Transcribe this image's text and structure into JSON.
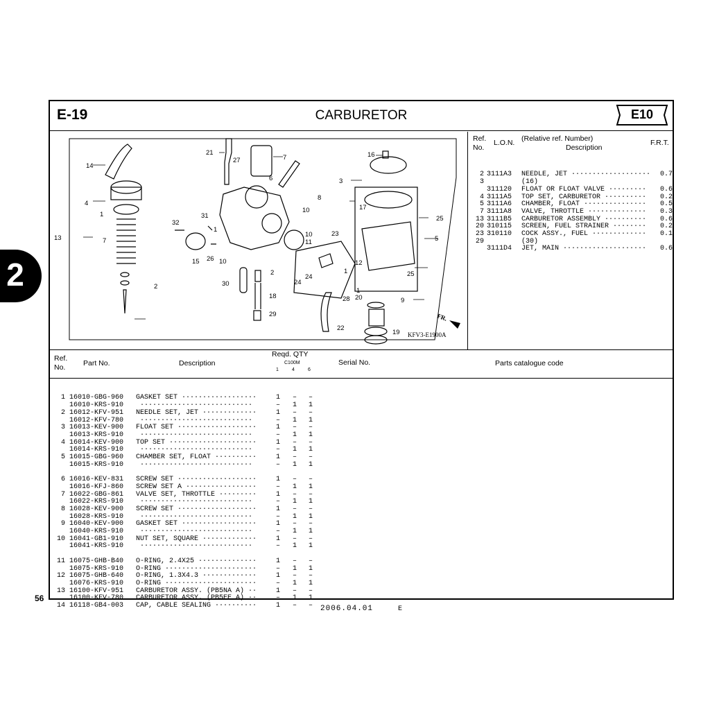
{
  "header": {
    "code": "E-19",
    "title": "CARBURETOR",
    "badge": "E10"
  },
  "side_tab": "2",
  "page_number": "56",
  "footer": {
    "date": "2006.04.01",
    "edition": "E"
  },
  "diagram": {
    "ref_code": "KFV3-E1900A",
    "fr_mark": "FR.",
    "callouts": [
      "14",
      "21",
      "27",
      "7",
      "16",
      "4",
      "1",
      "6",
      "3",
      "8",
      "10",
      "13",
      "7",
      "32",
      "31",
      "1",
      "10",
      "11",
      "23",
      "17",
      "25",
      "5",
      "15",
      "26",
      "10",
      "2",
      "12",
      "1",
      "25",
      "30",
      "2",
      "24",
      "24",
      "18",
      "28",
      "1",
      "9",
      "29",
      "20",
      "22",
      "19"
    ]
  },
  "lon_table": {
    "headers": {
      "ref": "Ref.",
      "no": "No.",
      "lon": "L.O.N.",
      "relative": "(Relative ref. Number)",
      "desc": "Description",
      "frt": "F.R.T."
    },
    "rows": [
      {
        "ref": "2",
        "lon": "3111A3",
        "desc": "NEEDLE, JET ···················",
        "frt": "0.7"
      },
      {
        "ref": "3",
        "lon": "",
        "desc": "(16)",
        "frt": ""
      },
      {
        "ref": "",
        "lon": "311120",
        "desc": "FLOAT OR FLOAT VALVE ·········",
        "frt": "0.6"
      },
      {
        "ref": "4",
        "lon": "3111A5",
        "desc": "TOP SET, CARBURETOR ··········",
        "frt": "0.2"
      },
      {
        "ref": "5",
        "lon": "3111A6",
        "desc": "CHAMBER, FLOAT ···············",
        "frt": "0.5"
      },
      {
        "ref": "7",
        "lon": "3111A8",
        "desc": "VALVE, THROTTLE ··············",
        "frt": "0.3"
      },
      {
        "ref": "13",
        "lon": "3111B5",
        "desc": "CARBURETOR ASSEMBLY ··········",
        "frt": "0.6"
      },
      {
        "ref": "20",
        "lon": "310115",
        "desc": "SCREEN, FUEL STRAINER ········",
        "frt": "0.2"
      },
      {
        "ref": "23",
        "lon": "310110",
        "desc": "COCK ASSY., FUEL ·············",
        "frt": "0.1"
      },
      {
        "ref": "29",
        "lon": "",
        "desc": "(30)",
        "frt": ""
      },
      {
        "ref": "",
        "lon": "3111D4",
        "desc": "JET, MAIN ····················",
        "frt": "0.6"
      }
    ]
  },
  "parts_header": {
    "ref": "Ref.",
    "no": "No.",
    "part_no": "Part No.",
    "description": "Description",
    "reqd_qty": "Reqd. QTY",
    "model": "C100M",
    "cols": [
      "1",
      "4",
      "6"
    ],
    "serial": "Serial No.",
    "catalogue": "Parts catalogue code"
  },
  "parts": [
    {
      "ref": "1",
      "part": "16010-GBG-960",
      "desc": "GASKET SET ··················",
      "q": [
        "1",
        "–",
        "–"
      ]
    },
    {
      "ref": "",
      "part": "16010-KRS-910",
      "desc": " ···························",
      "q": [
        "–",
        "1",
        "1"
      ]
    },
    {
      "ref": "2",
      "part": "16012-KFV-951",
      "desc": "NEEDLE SET, JET ·············",
      "q": [
        "1",
        "–",
        "–"
      ]
    },
    {
      "ref": "",
      "part": "16012-KFV-780",
      "desc": " ···························",
      "q": [
        "–",
        "1",
        "1"
      ]
    },
    {
      "ref": "3",
      "part": "16013-KEV-900",
      "desc": "FLOAT SET ···················",
      "q": [
        "1",
        "–",
        "–"
      ]
    },
    {
      "ref": "",
      "part": "16013-KRS-910",
      "desc": " ···························",
      "q": [
        "–",
        "1",
        "1"
      ]
    },
    {
      "ref": "4",
      "part": "16014-KEV-900",
      "desc": "TOP SET ·····················",
      "q": [
        "1",
        "–",
        "–"
      ]
    },
    {
      "ref": "",
      "part": "16014-KRS-910",
      "desc": " ···························",
      "q": [
        "–",
        "1",
        "1"
      ]
    },
    {
      "ref": "5",
      "part": "16015-GBG-960",
      "desc": "CHAMBER SET, FLOAT ··········",
      "q": [
        "1",
        "–",
        "–"
      ]
    },
    {
      "ref": "",
      "part": "16015-KRS-910",
      "desc": " ···························",
      "q": [
        "–",
        "1",
        "1"
      ]
    },
    {
      "ref": "",
      "part": "",
      "desc": "",
      "q": [
        "",
        "",
        ""
      ]
    },
    {
      "ref": "6",
      "part": "16016-KEV-831",
      "desc": "SCREW SET ···················",
      "q": [
        "1",
        "–",
        "–"
      ]
    },
    {
      "ref": "",
      "part": "16016-KFJ-860",
      "desc": "SCREW SET A ·················",
      "q": [
        "–",
        "1",
        "1"
      ]
    },
    {
      "ref": "7",
      "part": "16022-GBG-861",
      "desc": "VALVE SET, THROTTLE ·········",
      "q": [
        "1",
        "–",
        "–"
      ]
    },
    {
      "ref": "",
      "part": "16022-KRS-910",
      "desc": " ···························",
      "q": [
        "–",
        "1",
        "1"
      ]
    },
    {
      "ref": "8",
      "part": "16028-KEV-900",
      "desc": "SCREW SET ···················",
      "q": [
        "1",
        "–",
        "–"
      ]
    },
    {
      "ref": "",
      "part": "16028-KRS-910",
      "desc": " ···························",
      "q": [
        "–",
        "1",
        "1"
      ]
    },
    {
      "ref": "9",
      "part": "16040-KEV-900",
      "desc": "GASKET SET ··················",
      "q": [
        "1",
        "–",
        "–"
      ]
    },
    {
      "ref": "",
      "part": "16040-KRS-910",
      "desc": " ···························",
      "q": [
        "–",
        "1",
        "1"
      ]
    },
    {
      "ref": "10",
      "part": "16041-GB1-910",
      "desc": "NUT SET, SQUARE ·············",
      "q": [
        "1",
        "–",
        "–"
      ]
    },
    {
      "ref": "",
      "part": "16041-KRS-910",
      "desc": " ···························",
      "q": [
        "–",
        "1",
        "1"
      ]
    },
    {
      "ref": "",
      "part": "",
      "desc": "",
      "q": [
        "",
        "",
        ""
      ]
    },
    {
      "ref": "11",
      "part": "16075-GHB-B40",
      "desc": "O-RING, 2.4X25 ··············",
      "q": [
        "1",
        "–",
        "–"
      ]
    },
    {
      "ref": "",
      "part": "16075-KRS-910",
      "desc": "O-RING ······················",
      "q": [
        "–",
        "1",
        "1"
      ]
    },
    {
      "ref": "12",
      "part": "16075-GHB-640",
      "desc": "O-RING, 1.3X4.3 ·············",
      "q": [
        "1",
        "–",
        "–"
      ]
    },
    {
      "ref": "",
      "part": "16076-KRS-910",
      "desc": "O-RING ······················",
      "q": [
        "–",
        "1",
        "1"
      ]
    },
    {
      "ref": "13",
      "part": "16100-KFV-951",
      "desc": "CARBURETOR ASSY. (PB5NA A) ··",
      "q": [
        "1",
        "–",
        "–"
      ]
    },
    {
      "ref": "",
      "part": "16100-KFV-780",
      "desc": "CARBURETOR ASSY. (PB5EE A) ··",
      "q": [
        "–",
        "1",
        "1"
      ]
    },
    {
      "ref": "14",
      "part": "16118-GB4-003",
      "desc": "CAP, CABLE SEALING ··········",
      "q": [
        "1",
        "–",
        "–"
      ]
    }
  ]
}
